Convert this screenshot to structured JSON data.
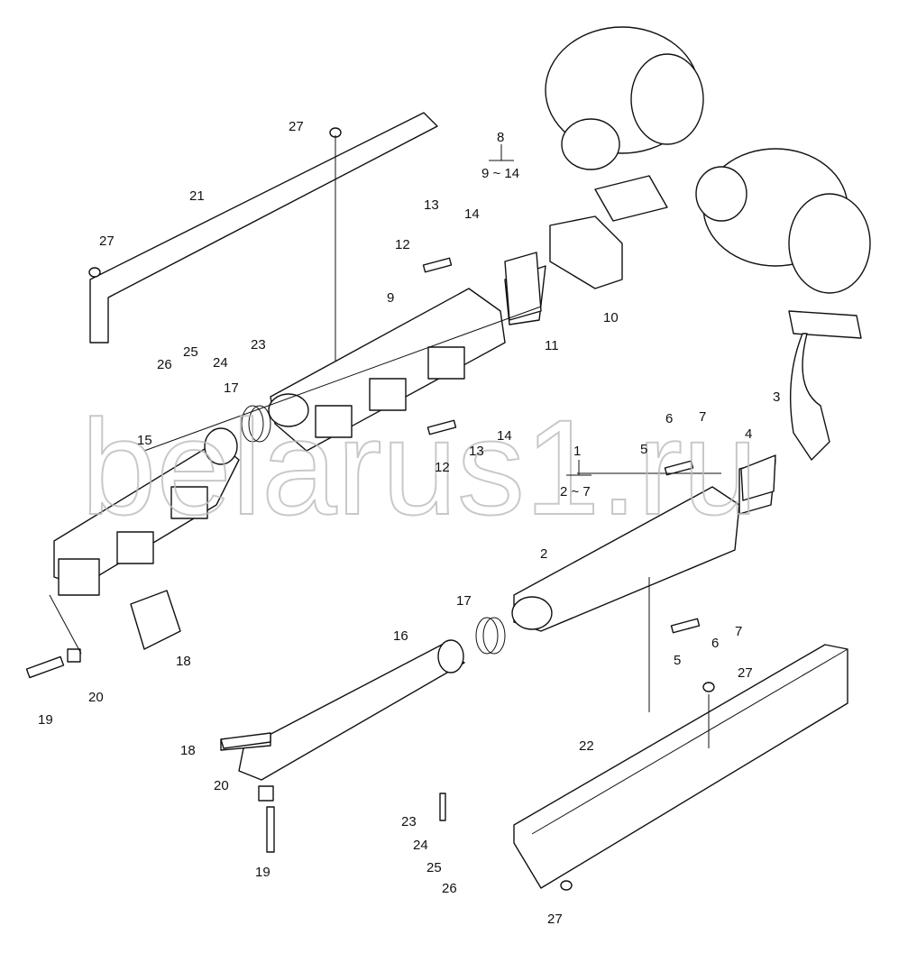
{
  "watermark": "belarus1.ru",
  "callouts": [
    "27",
    "21",
    "27",
    "23",
    "24",
    "25",
    "26",
    "8",
    "9 ~ 14",
    "13",
    "14",
    "12",
    "9",
    "11",
    "10",
    "3",
    "17",
    "15",
    "13",
    "12",
    "14",
    "6",
    "7",
    "5",
    "4",
    "1",
    "2 ~ 7",
    "2",
    "17",
    "7",
    "6",
    "5",
    "16",
    "18",
    "20",
    "19",
    "27",
    "22",
    "18",
    "20",
    "23",
    "24",
    "25",
    "26",
    "19",
    "27"
  ]
}
